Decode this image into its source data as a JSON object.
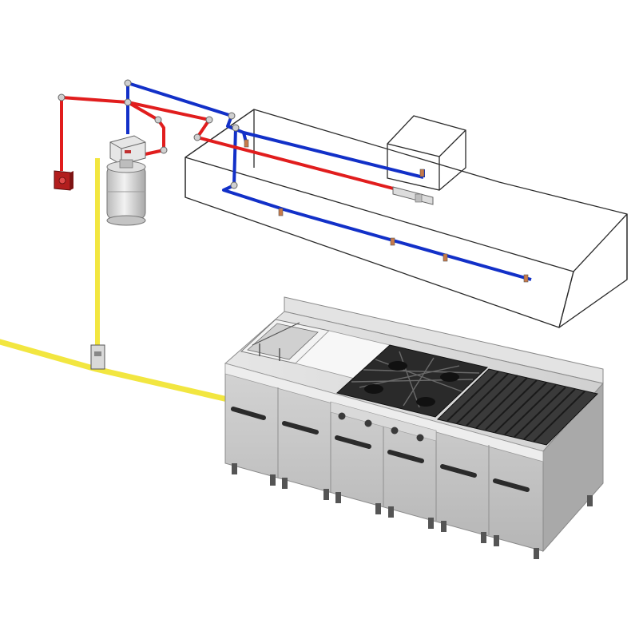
{
  "scene": {
    "subject": "commercial-kitchen-fire-suppression-system",
    "background_color": "#ffffff"
  },
  "colors": {
    "detection_line": "#e11d1d",
    "agent_line": "#1230c8",
    "gas_line": "#f2e640",
    "gas_line_edge": "#9a8f10",
    "hood_outline": "#2a2a2a",
    "appliance_body": "#c9c9c9",
    "appliance_dark": "#8e8e8e",
    "handle": "#2b2b2b",
    "burner_grate": "#1e1e1e",
    "cylinder": "#d8d8d8",
    "pull_station": "#b21e1e"
  },
  "icons": {
    "manual_pull_station": "manual-pull-station-icon",
    "agent_cylinder": "agent-cylinder-icon",
    "gas_shutoff_valve": "gas-shutoff-valve-icon",
    "nozzle": "spray-nozzle-icon",
    "detector": "heat-detector-icon"
  },
  "appliances": {
    "sections": 6,
    "knobs_on_range": 4,
    "burners": 4,
    "drawer_handles": 6
  },
  "nozzles": {
    "count": 6
  }
}
